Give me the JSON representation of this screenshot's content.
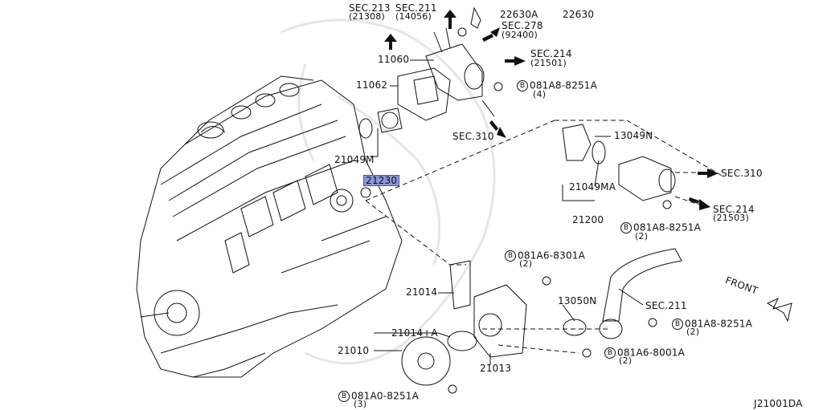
{
  "labels": {
    "sec213": "SEC.213",
    "sec213_sub": "(21308)",
    "sec211_top": "SEC.211",
    "sec211_top_sub": "(14056)",
    "p22630a": "22630A",
    "p22630": "22630",
    "sec278": "SEC.278",
    "sec278_sub": "(92400)",
    "p11060": "11060",
    "sec214_a": "SEC.214",
    "sec214_a_sub": "(21501)",
    "p11062": "11062",
    "bolt1": "081A8-8251A",
    "bolt1_qty": "(4)",
    "sec310_a": "SEC.310",
    "p13049n": "13049N",
    "p21049m": "21049M",
    "p21230": "21230",
    "sec310_b": "SEC.310",
    "p21049ma": "21049MA",
    "sec214_b": "SEC.214",
    "sec214_b_sub": "(21503)",
    "p21200": "21200",
    "bolt2": "081A8-8251A",
    "bolt2_qty": "(2)",
    "bolt3": "081A6-8301A",
    "bolt3_qty": "(2)",
    "front": "FRONT",
    "p21014": "21014",
    "p13050n": "13050N",
    "sec211_b": "SEC.211",
    "bolt4": "081A8-8251A",
    "bolt4_qty": "(2)",
    "p21014a": "21014+A",
    "p21010": "21010",
    "bolt5": "081A6-8001A",
    "bolt5_qty": "(2)",
    "p21013": "21013",
    "bolt6": "081A0-8251A",
    "bolt6_qty": "(3)",
    "diagram_id": "J21001DA",
    "b": "B"
  },
  "colors": {
    "line": "#111111",
    "highlight": "#8c96d8",
    "watermark": "#e6e6e6"
  }
}
